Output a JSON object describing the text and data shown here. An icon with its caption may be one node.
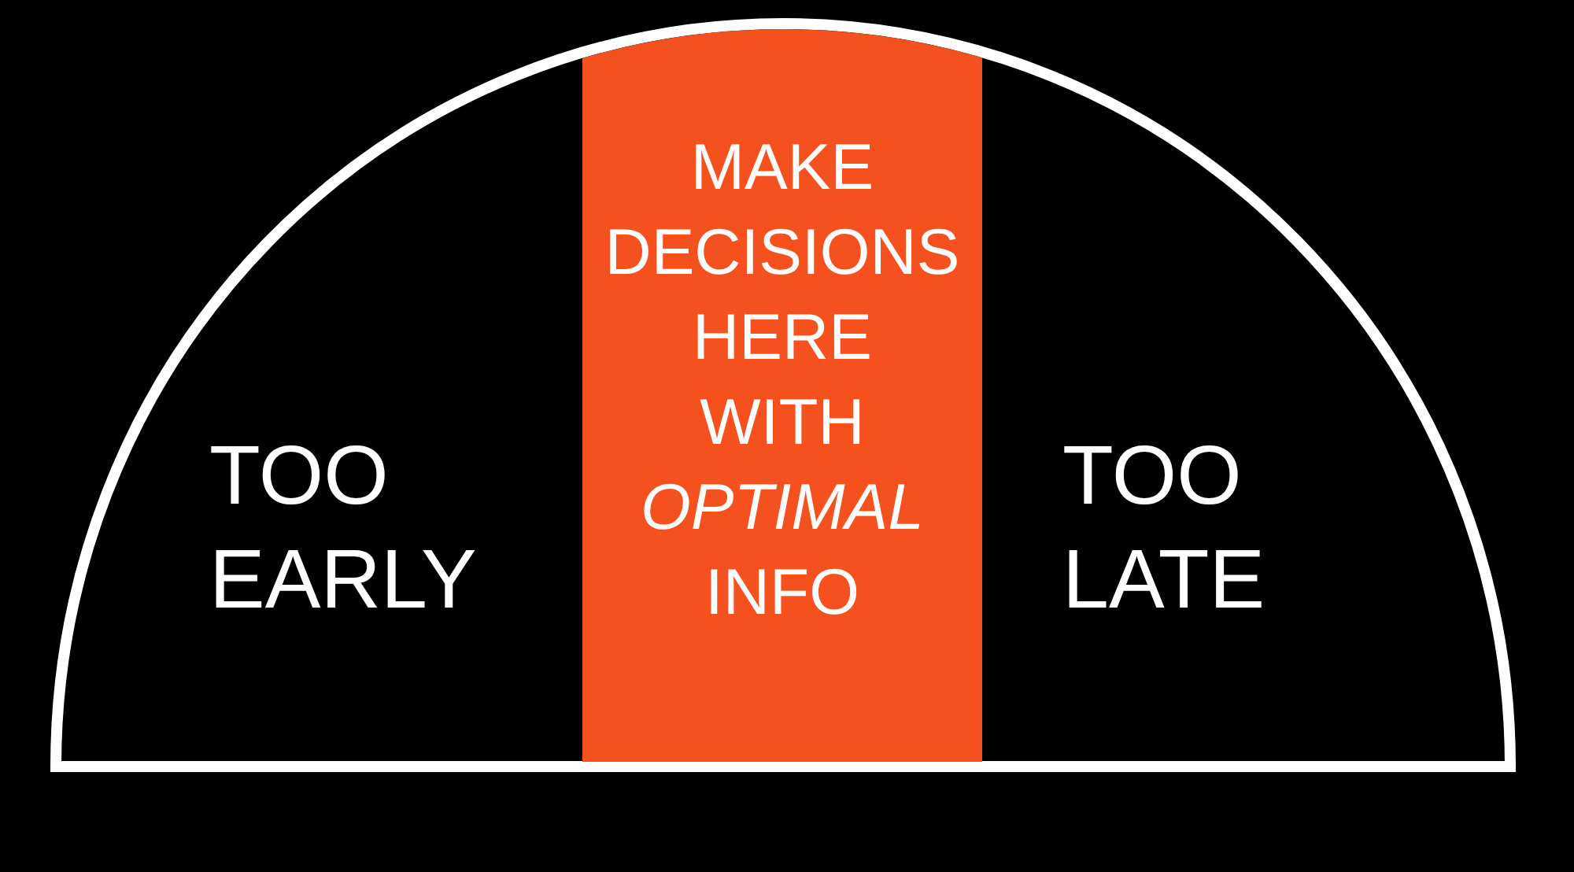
{
  "diagram": {
    "nodes": [
      {
        "text": [],
        "shape": "semicircle"
      },
      {
        "text": [
          "TOO EARLY"
        ],
        "in": 0
      },
      {
        "text": [
          "MAKE DECISIONS HERE WITH *OPTIMAL* INFO"
        ],
        "in": 0
      },
      {
        "text": [
          "TOO LATE"
        ],
        "in": 0
      }
    ]
  }
}
